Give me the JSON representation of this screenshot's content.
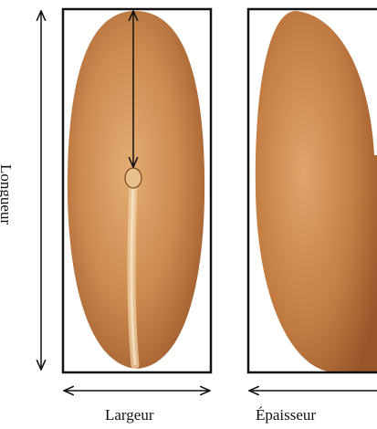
{
  "labels": {
    "length": "Longueur",
    "width": "Largeur",
    "thickness": "Épaisseur"
  },
  "colors": {
    "grain_light": "#e0a56a",
    "grain_mid": "#c67f44",
    "grain_dark": "#9d5a2c",
    "frame": "#111111",
    "background": "#ffffff"
  }
}
